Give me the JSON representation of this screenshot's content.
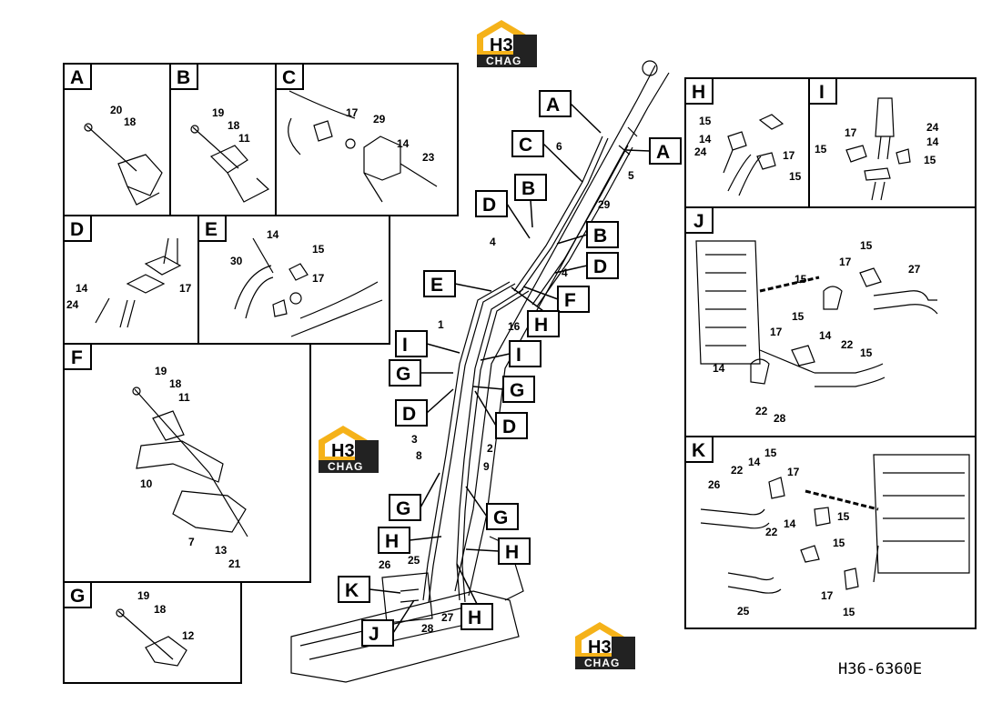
{
  "drawing_code": "H36-6360E",
  "logo": {
    "top": "H3",
    "bottom": "CHAG",
    "accent": "#f5b219",
    "dark": "#222222"
  },
  "colors": {
    "line": "#000000",
    "background": "#ffffff"
  },
  "panels": {
    "A": {
      "letter": "A",
      "labels": [
        "20",
        "18"
      ]
    },
    "B": {
      "letter": "B",
      "labels": [
        "19",
        "18",
        "11"
      ]
    },
    "C": {
      "letter": "C",
      "labels": [
        "17",
        "29",
        "14",
        "23"
      ]
    },
    "D": {
      "letter": "D",
      "labels": [
        "14",
        "24",
        "17"
      ]
    },
    "E": {
      "letter": "E",
      "labels": [
        "30",
        "14",
        "15",
        "17"
      ]
    },
    "F": {
      "letter": "F",
      "labels": [
        "19",
        "18",
        "11",
        "10",
        "7",
        "13",
        "21"
      ]
    },
    "G": {
      "letter": "G",
      "labels": [
        "19",
        "18",
        "12"
      ]
    },
    "H": {
      "letter": "H",
      "labels": [
        "15",
        "14",
        "24",
        "17",
        "15"
      ]
    },
    "I": {
      "letter": "I",
      "labels": [
        "24",
        "17",
        "14",
        "15",
        "15"
      ]
    },
    "J": {
      "letter": "J",
      "labels": [
        "15",
        "17",
        "27",
        "15",
        "17",
        "15",
        "14",
        "22",
        "15",
        "14",
        "22",
        "28"
      ]
    },
    "K": {
      "letter": "K",
      "labels": [
        "22",
        "14",
        "15",
        "17",
        "26",
        "15",
        "22",
        "14",
        "15",
        "25",
        "17",
        "15"
      ]
    }
  },
  "main": {
    "callouts": [
      "A",
      "C",
      "A",
      "D",
      "B",
      "B",
      "D",
      "E",
      "F",
      "H",
      "I",
      "I",
      "G",
      "G",
      "D",
      "D",
      "G",
      "G",
      "H",
      "H",
      "K",
      "J",
      "H"
    ],
    "part_numbers": [
      "6",
      "5",
      "29",
      "4",
      "4",
      "1",
      "16",
      "3",
      "8",
      "2",
      "9",
      "25",
      "26",
      "28",
      "27"
    ]
  }
}
